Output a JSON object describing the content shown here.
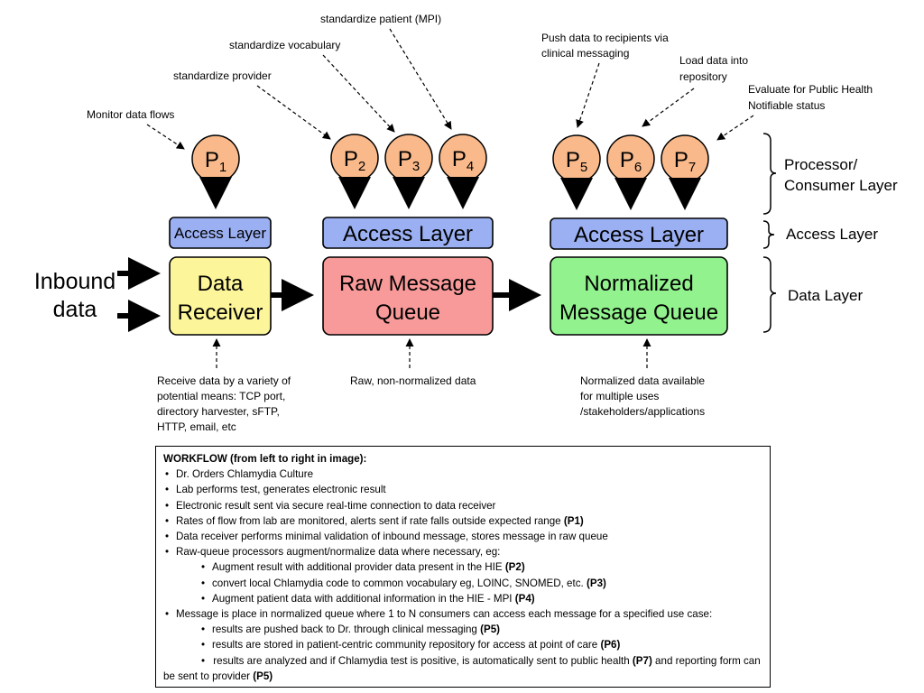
{
  "annotations": {
    "monitor": "Monitor data flows",
    "provider": "standardize provider",
    "vocabulary": "standardize vocabulary",
    "patient": "standardize patient (MPI)",
    "push_line1": "Push data to recipients via",
    "push_line2": "clinical messaging",
    "load_line1": "Load data into",
    "load_line2": "repository",
    "evaluate_line1": "Evaluate for Public Health",
    "evaluate_line2": "Notifiable status",
    "receive_line1": "Receive data by a variety of",
    "receive_line2": "potential means: TCP port,",
    "receive_line3": "directory harvester, sFTP,",
    "receive_line4": "HTTP, email, etc",
    "raw_note": "Raw, non-normalized data",
    "normalized_line1": "Normalized data available",
    "normalized_line2": "for multiple uses",
    "normalized_line3": "/stakeholders/applications"
  },
  "processors": [
    {
      "letter": "P",
      "sub": "1"
    },
    {
      "letter": "P",
      "sub": "2"
    },
    {
      "letter": "P",
      "sub": "3"
    },
    {
      "letter": "P",
      "sub": "4"
    },
    {
      "letter": "P",
      "sub": "5"
    },
    {
      "letter": "P",
      "sub": "6"
    },
    {
      "letter": "P",
      "sub": "7"
    }
  ],
  "access_layers": [
    "Access Layer",
    "Access Layer",
    "Access Layer"
  ],
  "boxes": {
    "receiver_line1": "Data",
    "receiver_line2": "Receiver",
    "raw_line1": "Raw Message",
    "raw_line2": "Queue",
    "normalized_line1": "Normalized",
    "normalized_line2": "Message Queue"
  },
  "inbound": {
    "line1": "Inbound",
    "line2": "data"
  },
  "layers": {
    "processor_line1": "Processor/",
    "processor_line2": "Consumer Layer",
    "access": "Access Layer",
    "data": "Data Layer"
  },
  "colors": {
    "processor_fill": "#f9b98a",
    "access_fill": "#9bb0f2",
    "receiver_fill": "#fcf59a",
    "raw_fill": "#f89a9a",
    "normalized_fill": "#92f28e"
  },
  "workflow": {
    "title": "WORKFLOW (from left to right in image):",
    "items": [
      {
        "text": "Dr. Orders Chlamydia Culture",
        "ref": ""
      },
      {
        "text": "Lab performs test, generates electronic result",
        "ref": ""
      },
      {
        "text": "Electronic result sent via secure real-time connection to data receiver",
        "ref": ""
      },
      {
        "text": "Rates of flow from lab are monitored, alerts sent if rate falls outside expected range ",
        "ref": "(P1)"
      },
      {
        "text": "Data receiver performs minimal validation of inbound message, stores message in raw queue",
        "ref": ""
      },
      {
        "text": "Raw-queue processors augment/normalize data where necessary, eg:",
        "ref": ""
      }
    ],
    "raw_sub": [
      {
        "text": "Augment result with additional provider data present in the HIE ",
        "ref": "(P2)"
      },
      {
        "text": "convert local Chlamydia code to common vocabulary eg, LOINC, SNOMED, etc. ",
        "ref": "(P3)"
      },
      {
        "text": "Augment patient data with additional information in the HIE - MPI ",
        "ref": "(P4)"
      }
    ],
    "normalized_item": "Message is place in normalized queue where 1 to N consumers can access each message for a specified use case:",
    "normalized_sub": [
      {
        "text": "results are pushed back to Dr. through clinical messaging ",
        "ref": "(P5)"
      },
      {
        "text": "results are stored in patient-centric community repository for access at point of care ",
        "ref": "(P6)"
      }
    ],
    "last_sub": {
      "part1": "results are analyzed and if Chlamydia test is positive, is automatically sent to public health ",
      "ref1": "(P7)",
      "part2": " and reporting form can be sent to provider ",
      "ref2": "(P5)"
    }
  }
}
